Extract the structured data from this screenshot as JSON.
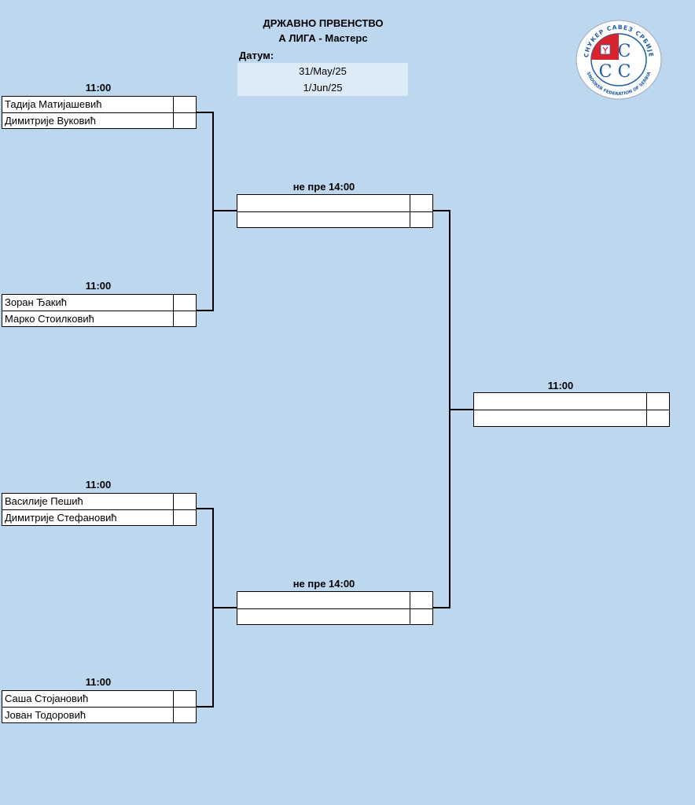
{
  "header": {
    "title_line1": "ДРЖАВНО ПРВЕНСТВО",
    "title_line2": "А ЛИГА - Мастерс",
    "date_label": "Датум:",
    "dates": [
      "31/May/25",
      "1/Jun/25"
    ]
  },
  "logo": {
    "text_top": "СНУКЕР САВЕЗ СРБИЈЕ",
    "text_bottom": "SNOOKER FEDERATION OF SERBIA",
    "monogram": "ССС"
  },
  "round1": [
    {
      "time": "11:00",
      "player1": "Тадија Матијашевић",
      "player2": "Димитрије Вуковић"
    },
    {
      "time": "11:00",
      "player1": "Зоран Ђакић",
      "player2": "Марко Стоилковић"
    },
    {
      "time": "11:00",
      "player1": "Василије Пешић",
      "player2": "Димитрије Стефановић"
    },
    {
      "time": "11:00",
      "player1": "Саша Стојановић",
      "player2": "Јован Тодоровић"
    }
  ],
  "semis": [
    {
      "time": "не пре 14:00"
    },
    {
      "time": "не пре 14:00"
    }
  ],
  "final": {
    "time": "11:00"
  },
  "colors": {
    "background": "#bdd7ee",
    "date_box": "#ddebf7",
    "logo_red": "#d9232d",
    "logo_blue": "#1f5da6"
  }
}
